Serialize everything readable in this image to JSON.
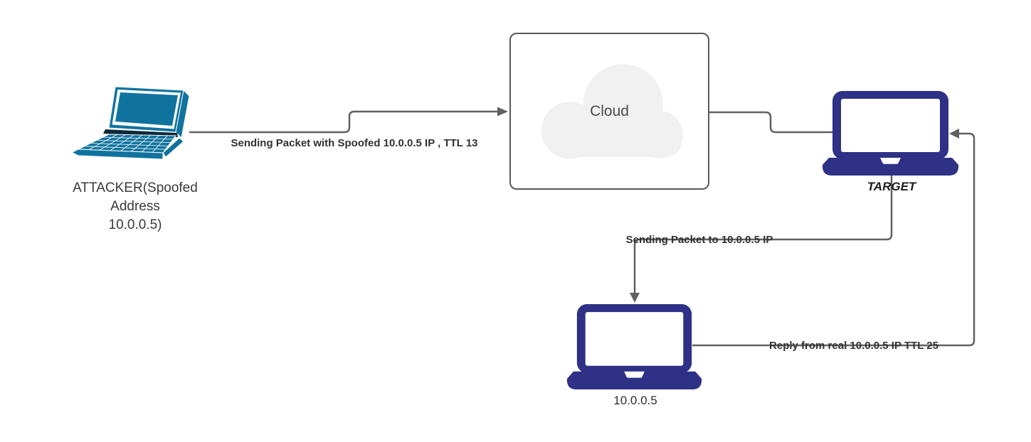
{
  "diagram": {
    "nodes": {
      "attacker": {
        "label": "ATTACKER(Spoofed\nAddress\n10.0.0.5)"
      },
      "cloud": {
        "label": "Cloud"
      },
      "target": {
        "label": "TARGET"
      },
      "real_host": {
        "label": "10.0.0.5"
      }
    },
    "edges": {
      "attacker_to_cloud": {
        "label": "Sending Packet with Spoofed 10.0.0.5 IP , TTL 13"
      },
      "target_to_real": {
        "label": "Sending Packet to 10.0.0.5 IP"
      },
      "real_to_target": {
        "label": "Reply from real 10.0.0.5 IP TTL 25"
      }
    },
    "colors": {
      "attacker_laptop": "#10739e",
      "target_laptop": "#2e3186",
      "connector": "#616161",
      "box_border": "#595959",
      "cloud_fill": "#f1f1f1",
      "edge_label_text": "#323232",
      "node_label_text": "#3a3a3a"
    }
  }
}
